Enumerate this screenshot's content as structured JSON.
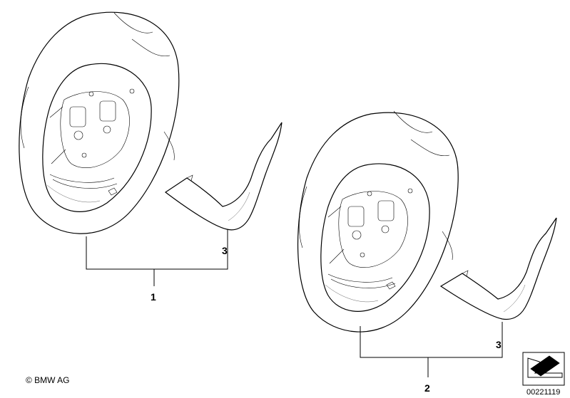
{
  "callouts": {
    "c1": "1",
    "c2": "2",
    "c3a": "3",
    "c3b": "3"
  },
  "copyright": "© BMW AG",
  "drawing_number": "00221119",
  "icons": {
    "part_1": "steering-wheel-illustration",
    "part_2": "steering-wheel-illustration",
    "part_3": "spoke-cover-trim-illustration",
    "stamp": "arrow-stamp-icon"
  }
}
